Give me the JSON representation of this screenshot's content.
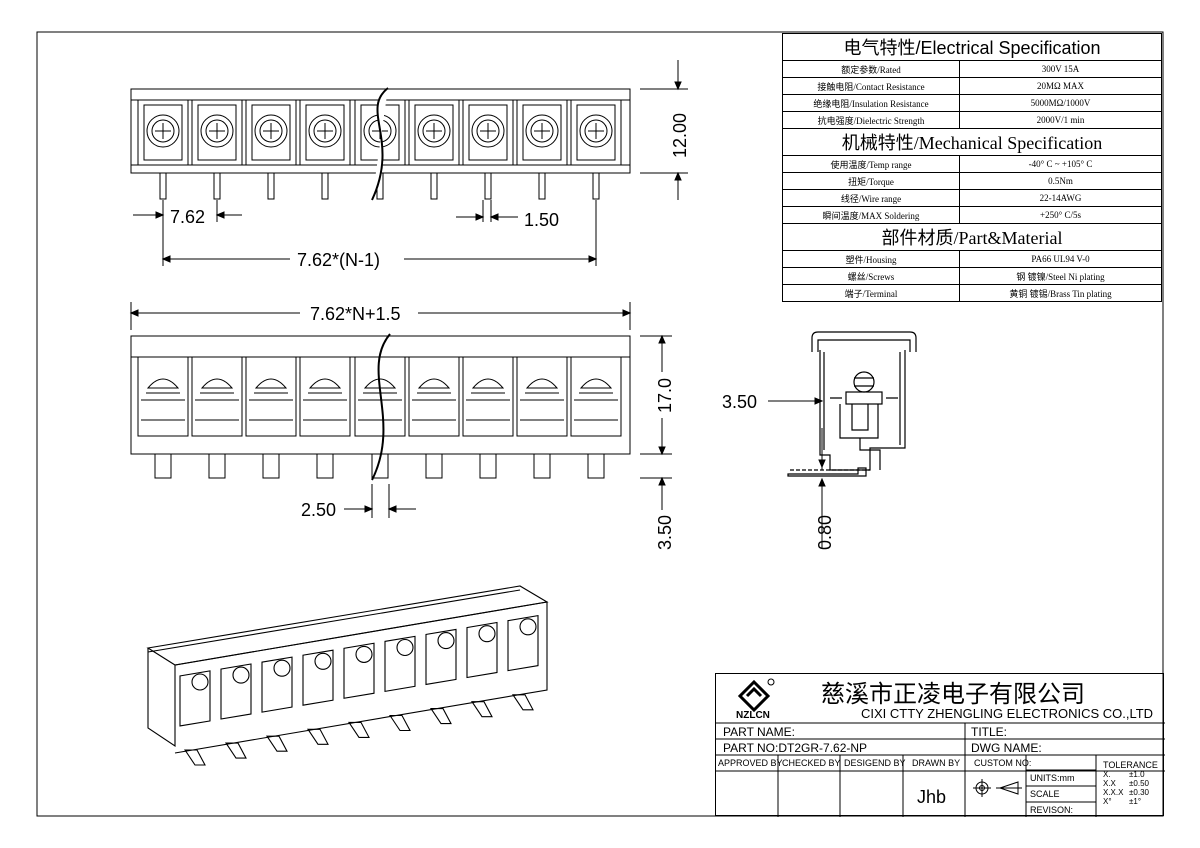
{
  "spec": {
    "electrical_title": "电气特性/Electrical Specification",
    "electrical": [
      {
        "k": "额定参数/Rated",
        "v": "300V 15A"
      },
      {
        "k": "接触电阻/Contact Resistance",
        "v": "20MΩ MAX"
      },
      {
        "k": "绝缘电阻/Insulation Resistance",
        "v": "5000MΩ/1000V"
      },
      {
        "k": "抗电强度/Dielectric Strength",
        "v": "2000V/1 min"
      }
    ],
    "mechanical_title": "机械特性/Mechanical Specification",
    "mechanical": [
      {
        "k": "使用温度/Temp range",
        "v": "-40° C ~ +105° C"
      },
      {
        "k": "扭矩/Torque",
        "v": "0.5Nm"
      },
      {
        "k": "线径/Wire range",
        "v": "22-14AWG"
      },
      {
        "k": "瞬间温度/MAX Soldering",
        "v": "+250° C/5s"
      }
    ],
    "material_title": "部件材质/Part&Material",
    "material": [
      {
        "k": "塑件/Housing",
        "v": "PA66 UL94 V-0"
      },
      {
        "k": "螺丝/Screws",
        "v": "钢 镀镍/Steel Ni plating"
      },
      {
        "k": "端子/Terminal",
        "v": "黄铜 镀锡/Brass Tin  plating"
      }
    ]
  },
  "dims": {
    "pitch": "7.62",
    "pin_width": "1.50",
    "span": "7.62*(N-1)",
    "height_top": "12.00",
    "length": "7.62*N+1.5",
    "height_front": "17.0",
    "offset": "2.50",
    "pin_length": "3.50",
    "side_offset": "3.50",
    "thickness": "0.80"
  },
  "title_block": {
    "logo_text": "NZLCN",
    "company_cn": "慈溪市正凌电子有限公司",
    "company_en": "CIXI CTTY ZHENGLING ELECTRONICS CO.,LTD",
    "part_name_label": "PART NAME:",
    "title_label": "TITLE:",
    "part_no": "PART NO:DT2GR-7.62-NP",
    "dwg_name_label": "DWG NAME:",
    "approved_by": "APPROVED BY",
    "checked_by": "CHECKED BY",
    "designed_by": "DESIGEND BY",
    "drawn_by": "DRAWN BY",
    "drawn_by_value": "Jhb",
    "custom_no": "CUSTOM NO:",
    "units": "UNITS:mm",
    "scale": "SCALE",
    "revision": "REVISON:",
    "tolerance": "TOLERANCE",
    "tolerances": [
      {
        "a": "X.",
        "b": "±1.0"
      },
      {
        "a": "X.X",
        "b": "±0.50"
      },
      {
        "a": "X.X.X",
        "b": "±0.30"
      },
      {
        "a": "X°",
        "b": "±1°"
      }
    ]
  }
}
